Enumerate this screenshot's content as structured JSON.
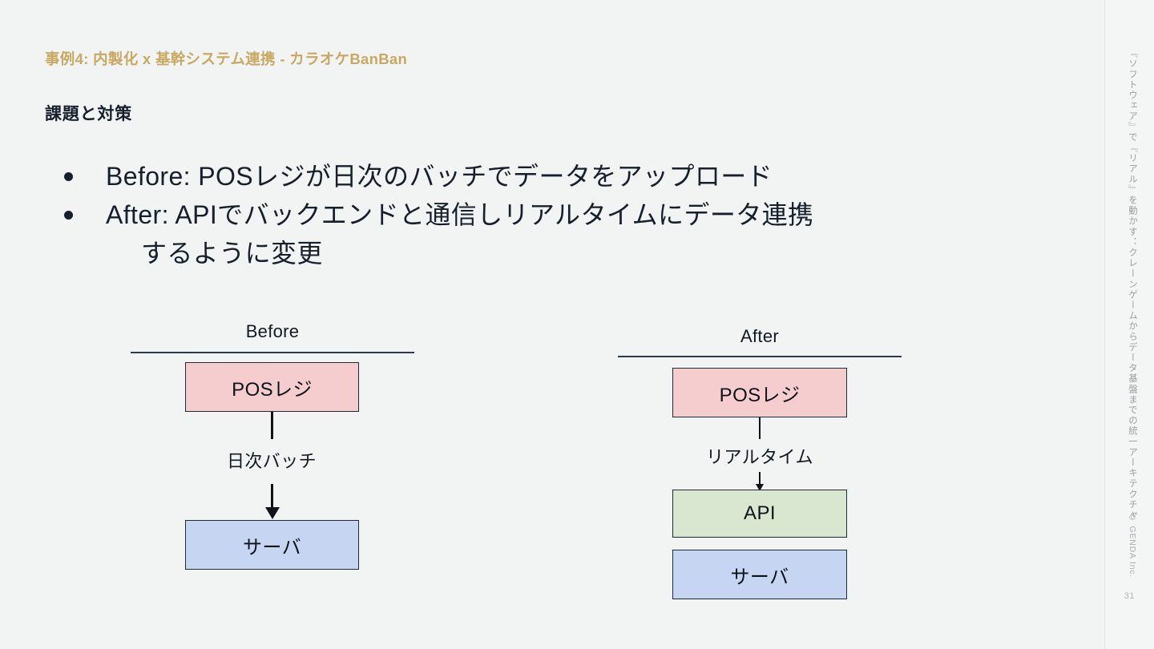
{
  "header": {
    "title": "事例4: 内製化 x 基幹システム連携 - カラオケBanBan",
    "subtitle": "課題と対策",
    "title_color": "#c9a961",
    "subtitle_color": "#16202c"
  },
  "bullets": [
    {
      "marker": "●",
      "text": "Before: POSレジが日次のバッチでデータをアップロード",
      "continuation": ""
    },
    {
      "marker": "●",
      "text": "After: APIでバックエンドと通信しリアルタイムにデータ連携",
      "continuation": "するように変更"
    }
  ],
  "diagrams": [
    {
      "heading": "Before",
      "nodes": [
        {
          "label": "POSレジ",
          "fill": "#f5cdce",
          "kind": "pink"
        },
        {
          "label": "サーバ",
          "fill": "#c6d5f2",
          "kind": "blue"
        }
      ],
      "edge_label": "日次バッチ",
      "arrow_style": "thick"
    },
    {
      "heading": "After",
      "nodes": [
        {
          "label": "POSレジ",
          "fill": "#f5cdce",
          "kind": "pink"
        },
        {
          "label": "API",
          "fill": "#d9e7d0",
          "kind": "green"
        },
        {
          "label": "サーバ",
          "fill": "#c6d5f2",
          "kind": "blue"
        }
      ],
      "edge_label": "リアルタイム",
      "arrow_style": "thin"
    }
  ],
  "sidebar": {
    "deck_title": "『ソフトウェア』で『リアル』を動かす：クレーンゲームからデータ基盤までの統一アーキテクチャ",
    "copyright": "© GENDA Inc.",
    "page_number": "31"
  },
  "colors": {
    "background": "#f2f3f3",
    "strip_background": "#f4f5f5",
    "accent_gold": "#c9a961",
    "text_dark": "#16202c",
    "node_border": "#1c2b3a",
    "rule": "#2d3c4c"
  }
}
